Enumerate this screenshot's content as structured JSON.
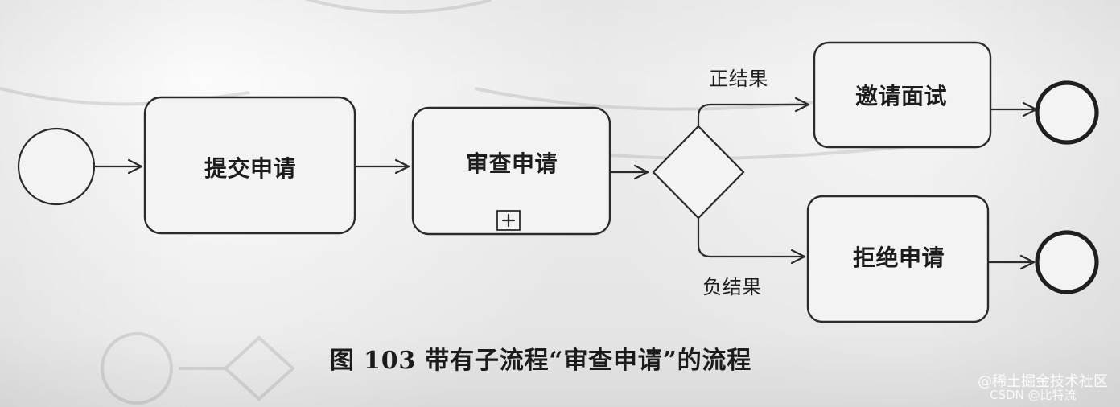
{
  "diagram": {
    "nodes": {
      "submit_application": "提交申请",
      "review_application": "审查申请",
      "invite_interview": "邀请面试",
      "reject_application": "拒绝申请"
    },
    "branches": {
      "positive": "正结果",
      "negative": "负结果"
    },
    "caption": "图 103    带有子流程“审查申请”的流程",
    "watermark_top": "@稀土掘金技术社区",
    "watermark_bottom": "CSDN @比特流"
  },
  "colors": {
    "paper": "#eeeeee",
    "stroke": "#2b2b2b",
    "text": "#1d1d1d"
  }
}
